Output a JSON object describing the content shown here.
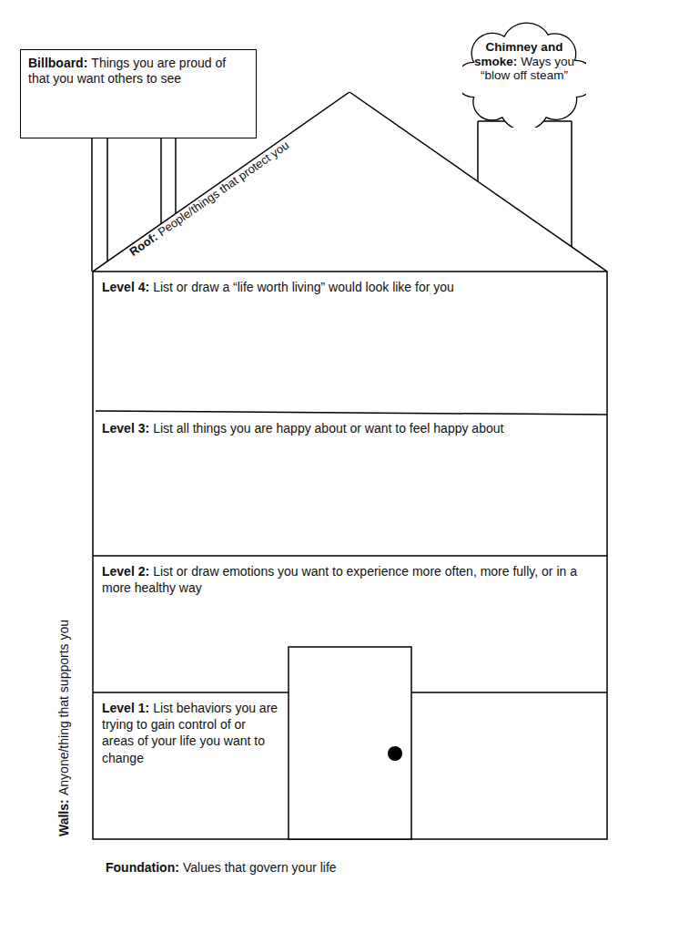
{
  "diagram": {
    "nodes": [
      {
        "text": [
          "Billboard:",
          "Things you are proud of that you want others to see"
        ]
      },
      {
        "text": [
          "Chimney and smoke:",
          "Ways you “blow off steam”"
        ]
      },
      {
        "text": [
          "Roof:",
          "People/things that protect you"
        ]
      },
      {
        "text": [
          "Level 4:",
          "List or draw a “life worth living” would look like for you"
        ]
      },
      {
        "text": [
          "Level 3:",
          "List all things you are happy about or want to feel happy about"
        ]
      },
      {
        "text": [
          "Level 2:",
          "List or draw emotions you want to experience more often, more fully, or in a more healthy way"
        ]
      },
      {
        "text": [
          "Level 1:",
          "List behaviors you are trying to gain control of or areas of your life you want to change"
        ]
      }
    ],
    "labels": [
      "Walls:",
      "Anyone/thing that supports you",
      "Foundation:",
      "Values that govern your life"
    ]
  }
}
